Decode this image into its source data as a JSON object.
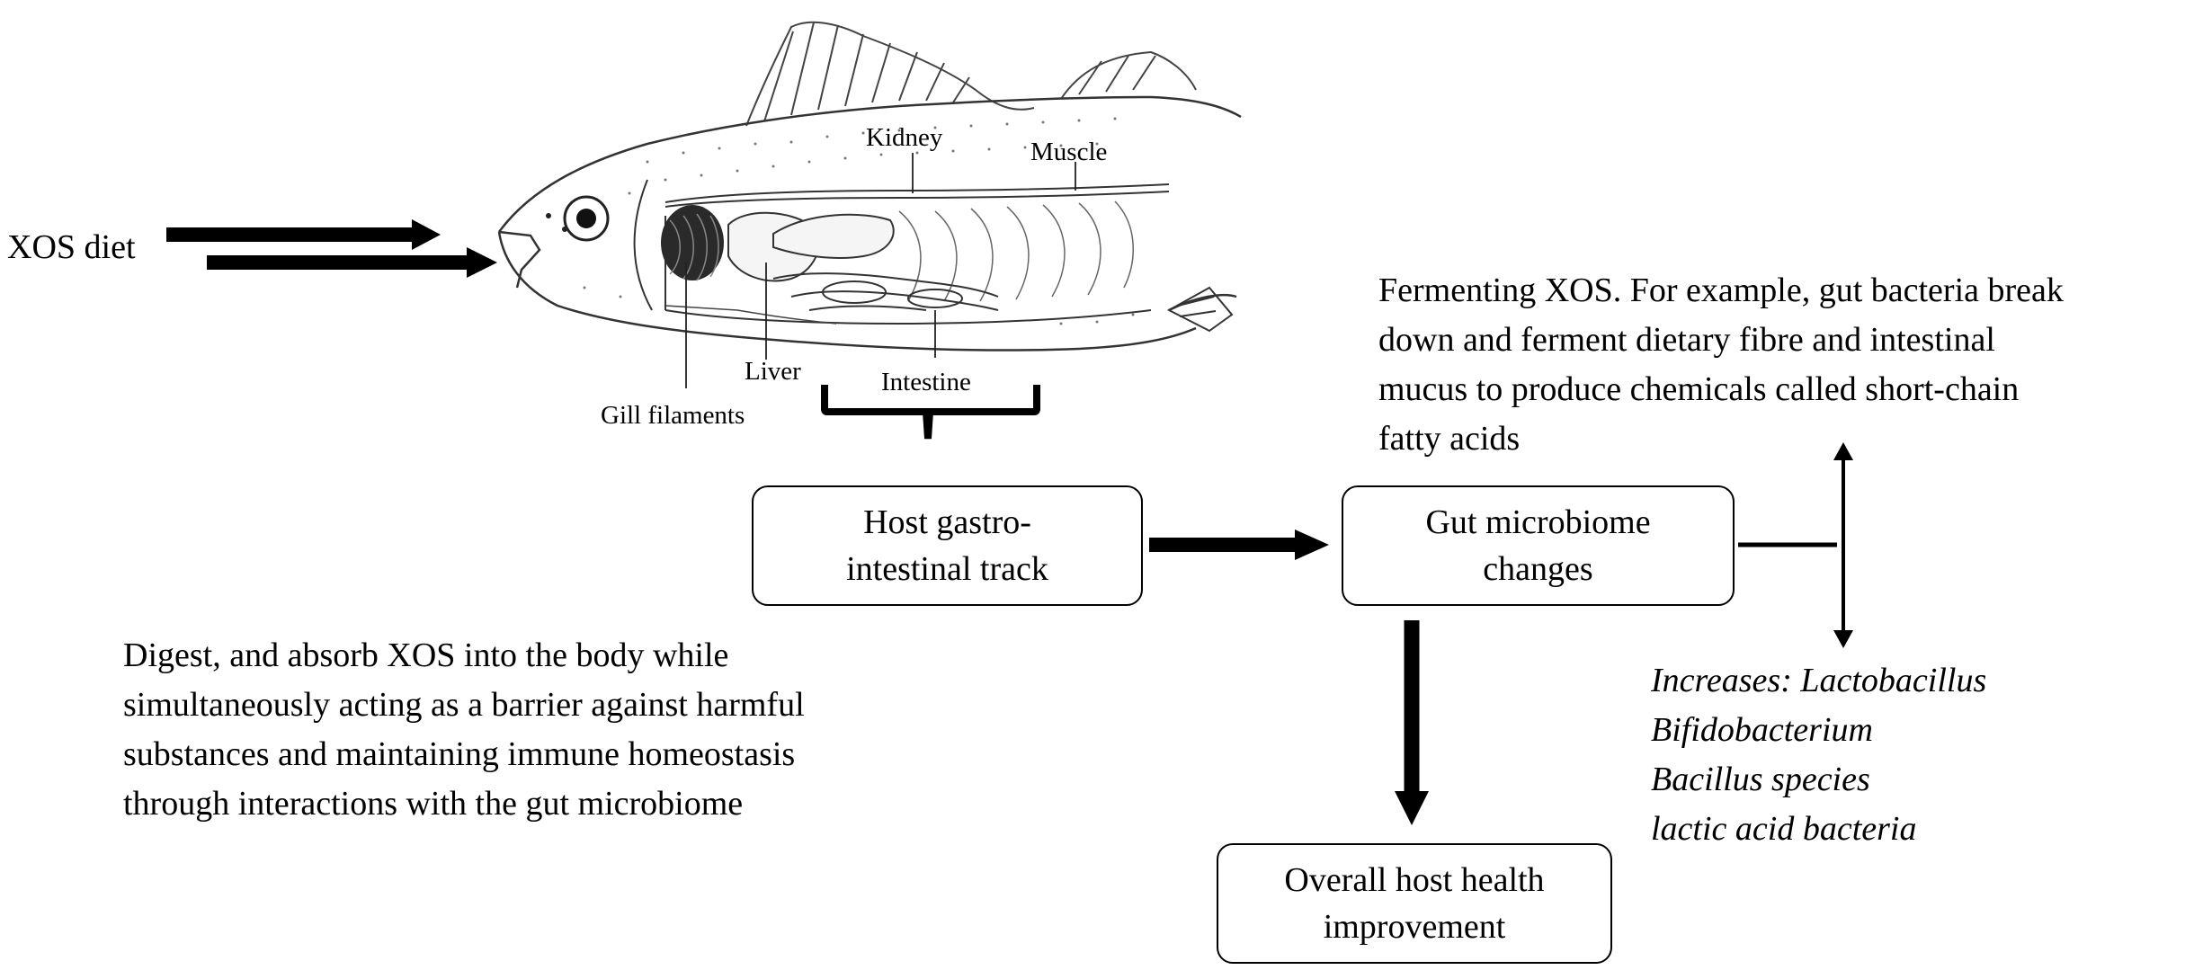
{
  "input": {
    "label": "XOS diet"
  },
  "fish_labels": {
    "kidney": "Kidney",
    "muscle": "Muscle",
    "liver": "Liver",
    "intestine": "Intestine",
    "gill": "Gill filaments"
  },
  "boxes": {
    "host_gi": {
      "line1": "Host gastro-",
      "line2": "intestinal track"
    },
    "gut_microbiome": {
      "line1": "Gut microbiome",
      "line2": "changes"
    },
    "overall_health": {
      "line1": "Overall host health",
      "line2": "improvement"
    }
  },
  "notes": {
    "digest": {
      "line1": "Digest, and absorb XOS into the body while",
      "line2": "simultaneously acting as a barrier against harmful",
      "line3": "substances and maintaining immune homeostasis",
      "line4": "through interactions with the gut microbiome"
    },
    "fermenting": {
      "line1": "Fermenting XOS. For example, gut bacteria break",
      "line2": "down and ferment dietary fibre and intestinal",
      "line3": "mucus to produce chemicals called short-chain",
      "line4": "fatty acids"
    },
    "increases": {
      "line1": "Increases: Lactobacillus",
      "line2": "Bifidobacterium",
      "line3": "Bacillus species",
      "line4": "lactic acid bacteria"
    }
  }
}
